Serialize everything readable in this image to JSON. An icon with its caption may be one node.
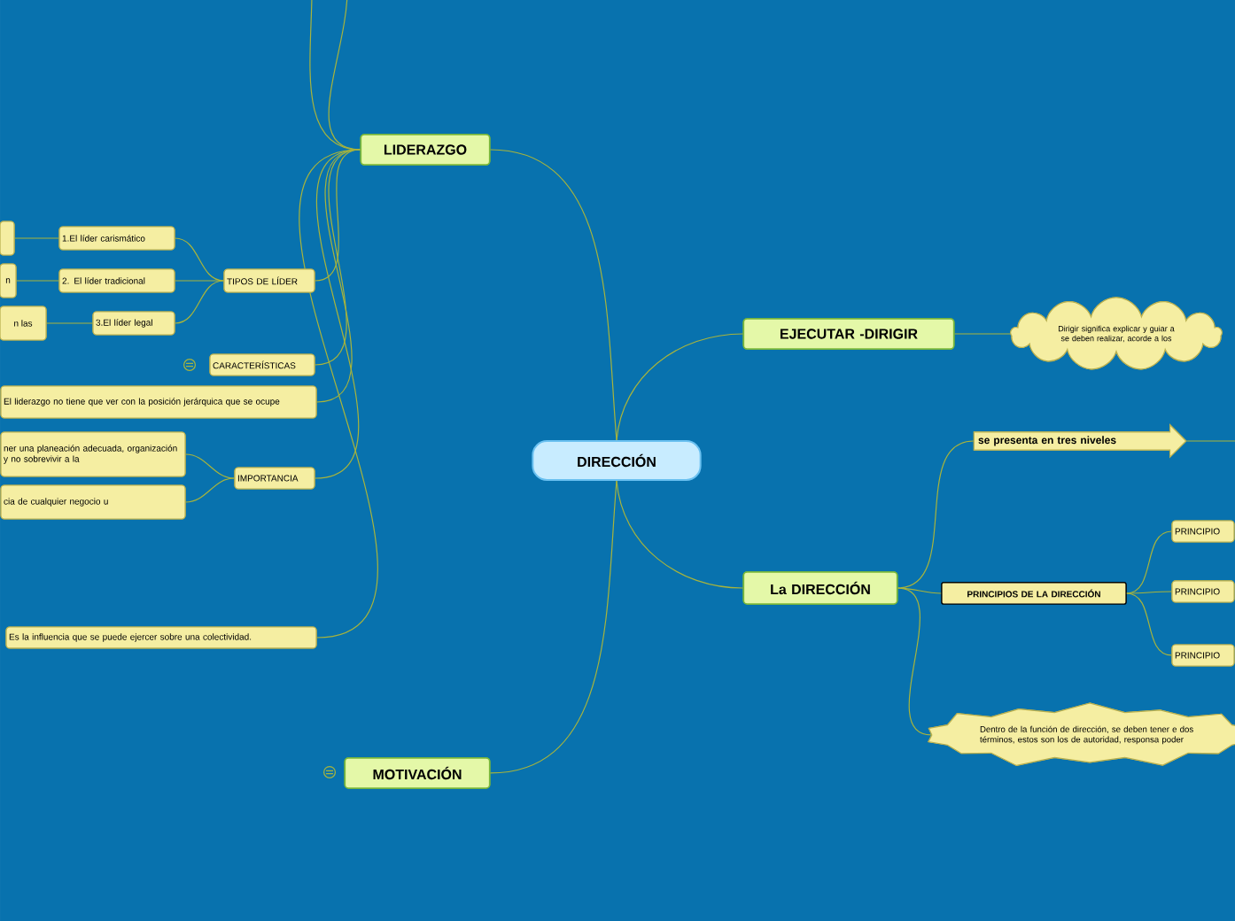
{
  "diagram": {
    "nodes": [
      {
        "text": [
          "DIRECCIÓN"
        ]
      },
      {
        "text": [
          "LIDERAZGO"
        ]
      },
      {
        "text": [
          "EJECUTAR  -DIRIGIR"
        ]
      },
      {
        "text": [
          "La DIRECCIÓN"
        ]
      },
      {
        "text": [
          "MOTIVACIÓN"
        ]
      },
      {
        "text": [
          "TIPOS DE LÍDER"
        ]
      },
      {
        "text": [
          "1.El líder carismático"
        ]
      },
      {
        "text": [
          "2. El líder tradicional"
        ]
      },
      {
        "text": [
          "3.El líder legal"
        ]
      },
      {
        "text": [],
        "shape": "box"
      },
      {
        "text": [
          "n"
        ]
      },
      {
        "text": [
          "n las"
        ]
      },
      {
        "text": [
          "CARACTERÍSTICAS"
        ]
      },
      {
        "text": [
          "El liderazgo no tiene que ver con la posición jerárquica que se ocupe"
        ]
      },
      {
        "text": [
          "IMPORTANCIA"
        ]
      },
      {
        "text": [
          "ner una planeación adecuada, organización y no sobrevivir a la"
        ]
      },
      {
        "text": [
          "cia de cualquier negocio u"
        ]
      },
      {
        "text": [
          "Es la influencia que se puede ejercer sobre una colectividad."
        ]
      },
      {
        "text": [
          "Dirigir significa explicar y guiar a se deben realizar, acorde a los"
        ]
      },
      {
        "text": [
          "se presenta en tres niveles"
        ]
      },
      {
        "text": [
          "PRINCIPIOS DE LA DIRECCIÓN"
        ]
      },
      {
        "text": [
          "PRINCIPIO"
        ]
      },
      {
        "text": [
          "PRINCIPIO"
        ]
      },
      {
        "text": [
          "PRINCIPIO"
        ]
      },
      {
        "text": [
          "Dentro de la función de dirección, se deben tener e dos términos, estos son los de autoridad, responsa poder"
        ]
      }
    ],
    "edges": [
      {
        "from": 0,
        "to": 1,
        "arrow": "none"
      },
      {
        "from": 0,
        "to": 2,
        "arrow": "none"
      },
      {
        "from": 0,
        "to": 3,
        "arrow": "none"
      },
      {
        "from": 0,
        "to": 4,
        "arrow": "none"
      },
      {
        "from": 1,
        "to": null,
        "arrow": "none"
      },
      {
        "from": 1,
        "to": null,
        "arrow": "none"
      },
      {
        "from": 1,
        "to": 5,
        "arrow": "none"
      },
      {
        "from": 1,
        "to": 12,
        "arrow": "none"
      },
      {
        "from": 1,
        "to": 13,
        "arrow": "none"
      },
      {
        "from": 1,
        "to": 14,
        "arrow": "none"
      },
      {
        "from": 1,
        "to": 17,
        "arrow": "none"
      },
      {
        "from": 5,
        "to": 6,
        "arrow": "none"
      },
      {
        "from": 5,
        "to": 7,
        "arrow": "none"
      },
      {
        "from": 5,
        "to": 8,
        "arrow": "none"
      },
      {
        "from": 6,
        "to": 9,
        "arrow": "none"
      },
      {
        "from": 7,
        "to": 10,
        "arrow": "none"
      },
      {
        "from": 8,
        "to": 11,
        "arrow": "none"
      },
      {
        "from": 14,
        "to": 15,
        "arrow": "none"
      },
      {
        "from": 14,
        "to": 16,
        "arrow": "none"
      },
      {
        "from": 2,
        "to": 18,
        "arrow": "none"
      },
      {
        "from": 3,
        "to": 19,
        "arrow": "none"
      },
      {
        "from": 3,
        "to": 20,
        "arrow": "none"
      },
      {
        "from": 3,
        "to": 24,
        "arrow": "none"
      },
      {
        "from": 20,
        "to": 21,
        "arrow": "none"
      },
      {
        "from": 20,
        "to": 22,
        "arrow": "none"
      },
      {
        "from": 20,
        "to": 23,
        "arrow": "none"
      },
      {
        "from": 19,
        "to": null,
        "arrow": "none"
      }
    ]
  }
}
